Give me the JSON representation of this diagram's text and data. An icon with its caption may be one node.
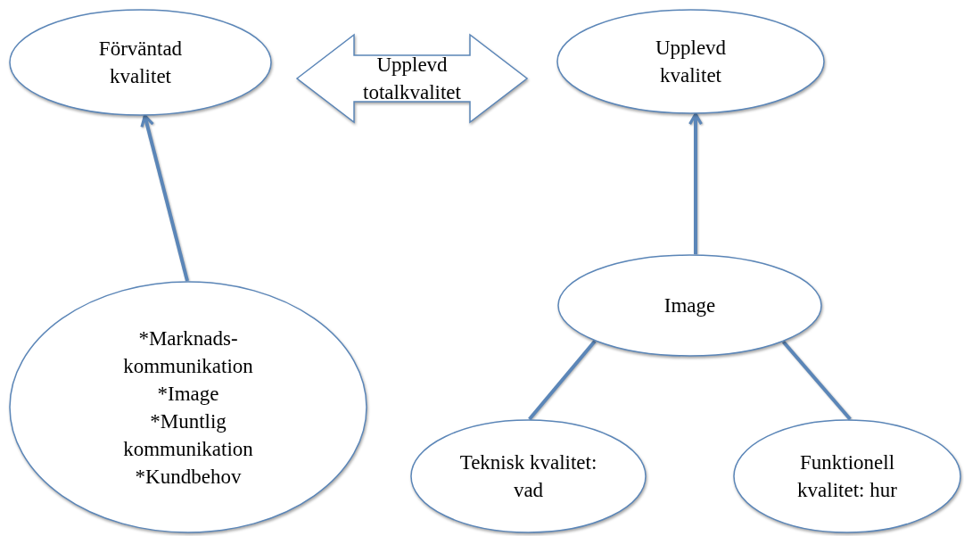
{
  "diagram": {
    "nodes": [
      {
        "text": [
          "Förväntad kvalitet"
        ]
      },
      {
        "text": [
          "Upplevd totalkvalitet"
        ]
      },
      {
        "text": [
          "Upplevd kvalitet"
        ]
      },
      {
        "text": [
          "*Marknads-kommunikation",
          "*Image",
          "*Muntlig kommunikation",
          "*Kundbehov"
        ]
      },
      {
        "text": [
          "Image"
        ]
      },
      {
        "text": [
          "Teknisk kvalitet: vad"
        ]
      },
      {
        "text": [
          "Funktionell kvalitet: hur"
        ]
      }
    ],
    "edges": [
      {
        "from": 3,
        "to": 0,
        "arrow": "to"
      },
      {
        "from": 4,
        "to": 2,
        "arrow": "to"
      },
      {
        "from": 4,
        "to": 5,
        "arrow": "none"
      },
      {
        "from": 4,
        "to": 6,
        "arrow": "none"
      }
    ]
  }
}
